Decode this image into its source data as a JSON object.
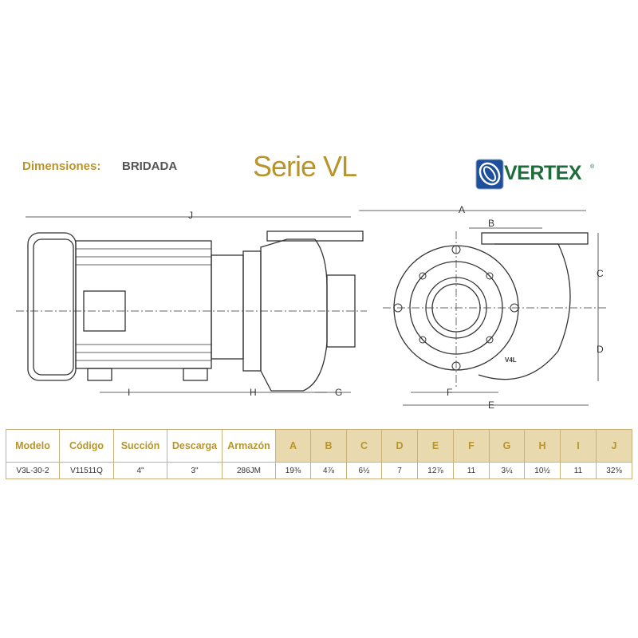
{
  "header": {
    "label": "Dimensiones:",
    "type": "BRIDADA",
    "series": "Serie VL",
    "brand": "VERTEX",
    "brand_reg": "®"
  },
  "drawing": {
    "labels": {
      "J": "J",
      "A": "A",
      "B": "B",
      "C": "C",
      "D": "D",
      "E": "E",
      "F": "F",
      "G": "G",
      "H": "H",
      "I": "I"
    },
    "casing_mark": "V4L"
  },
  "table": {
    "headers": [
      "Modelo",
      "Código",
      "Succión",
      "Descarga",
      "Armazón",
      "A",
      "B",
      "C",
      "D",
      "E",
      "F",
      "G",
      "H",
      "I",
      "J"
    ],
    "rows": [
      [
        "V3L-30-2",
        "V11511Q",
        "4\"",
        "3\"",
        "286JM",
        "19⅜",
        "4⅞",
        "6½",
        "7",
        "12⅞",
        "11",
        "3¼",
        "10½",
        "11",
        "32⅝"
      ]
    ]
  },
  "colors": {
    "gold": "#b8952c",
    "header_fill": "#e8d9ae",
    "brand_green": "#1e6b3c",
    "brand_blue": "#1d4f9c"
  }
}
